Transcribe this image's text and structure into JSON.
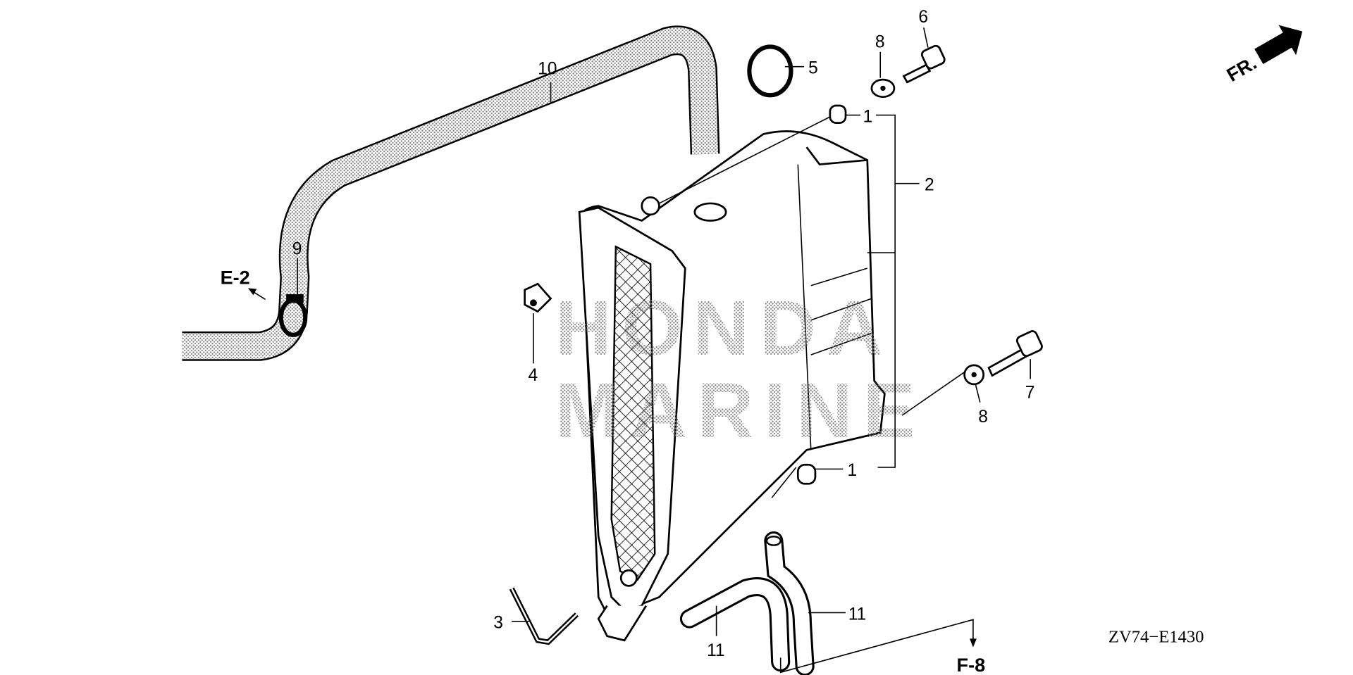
{
  "diagram": {
    "watermark": [
      "HONDA",
      "MARINE"
    ],
    "direction_label": "FR.",
    "diagram_code": "ZV74−E1430",
    "references": [
      {
        "id": "E-2",
        "label": "E-2"
      },
      {
        "id": "F-8",
        "label": "F-8"
      }
    ],
    "callouts": [
      {
        "part": "10",
        "label": "10"
      },
      {
        "part": "5",
        "label": "5"
      },
      {
        "part": "8-top",
        "label": "8"
      },
      {
        "part": "6",
        "label": "6"
      },
      {
        "part": "1-top",
        "label": "1"
      },
      {
        "part": "2",
        "label": "2"
      },
      {
        "part": "9",
        "label": "9"
      },
      {
        "part": "4",
        "label": "4"
      },
      {
        "part": "7",
        "label": "7"
      },
      {
        "part": "8-bottom",
        "label": "8"
      },
      {
        "part": "1-bottom",
        "label": "1"
      },
      {
        "part": "3",
        "label": "3"
      },
      {
        "part": "11-right",
        "label": "11"
      },
      {
        "part": "11-left",
        "label": "11"
      }
    ]
  }
}
